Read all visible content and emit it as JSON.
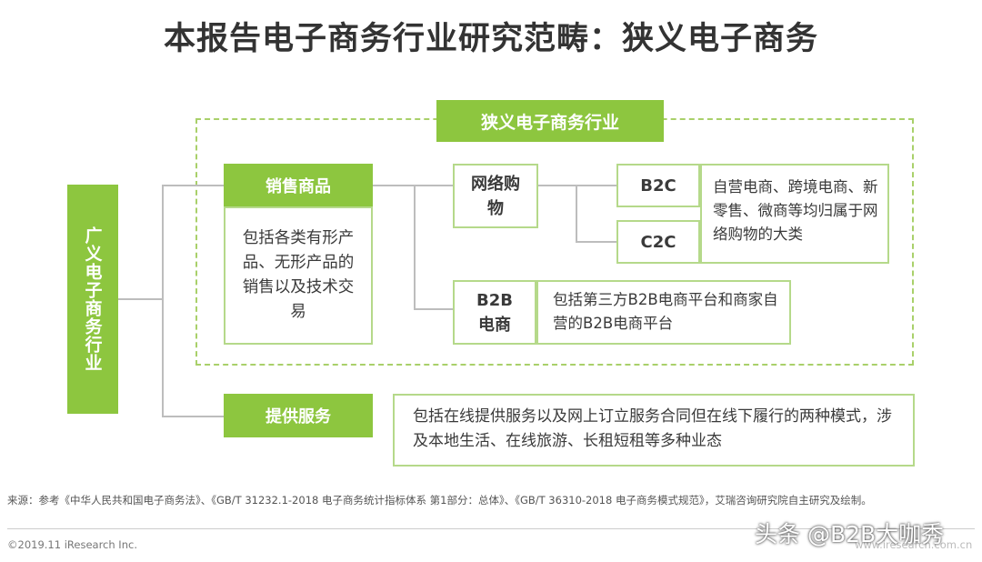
{
  "title": "本报告电子商务行业研究范畴：狭义电子商务",
  "diagram": {
    "narrow_header": "狭义电子商务行业",
    "broad_label": "广义电子商务行业",
    "sales_goods": {
      "label": "销售商品",
      "description": "包括各类有形产品、无形产品的销售以及技术交易"
    },
    "online_shopping": {
      "label": "网络购物"
    },
    "b2c": {
      "label": "B2C"
    },
    "c2c": {
      "label": "C2C"
    },
    "shopping_desc": "自营电商、跨境电商、新零售、微商等均归属于网络购物的大类",
    "b2b": {
      "label": "B2B电商",
      "description": "包括第三方B2B电商平台和商家自营的B2B电商平台"
    },
    "services": {
      "label": "提供服务",
      "description": "包括在线提供服务以及网上订立服务合同但在线下履行的两种模式，涉及本地生活、在线旅游、长租短租等多种业态"
    }
  },
  "footer": {
    "source": "来源：参考《中华人民共和国电子商务法》、《GB/T 31232.1-2018 电子商务统计指标体系 第1部分：总体》、《GB/T 36310-2018 电子商务模式规范》，艾瑞咨询研究院自主研究及绘制。",
    "copyright": "©2019.11 iResearch Inc.",
    "site": "www.iresearch.com.cn",
    "watermark": "头条 @B2B大咖秀"
  },
  "colors": {
    "green": "#8dc63f",
    "outline": "#b5d98a",
    "dashed": "#a9d06a",
    "connector": "#bdbdbd"
  }
}
